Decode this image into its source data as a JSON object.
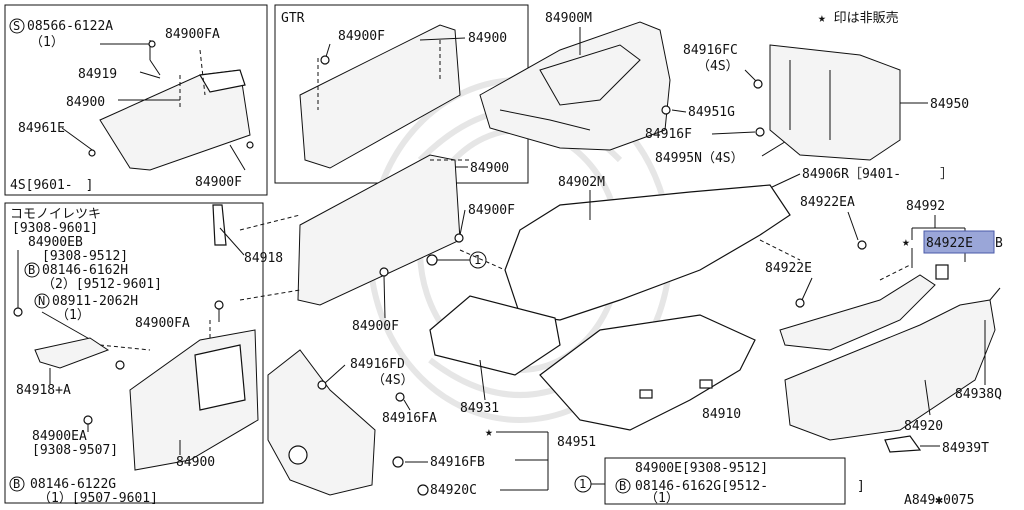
{
  "note_unsold": "★ 印は非販売",
  "figure_code": "A849✱0075",
  "highlight_part": "84922E",
  "highlight_color": "#9aa6d8",
  "inset_top_left": {
    "circled_code": "S",
    "screw_part": "08566-6122A",
    "screw_qty": "（1）",
    "labels": [
      "84900FA",
      "84919",
      "84900",
      "84961E",
      "84900F"
    ],
    "date_range": "4S[9601-　]"
  },
  "inset_gtr": {
    "title": "GTR",
    "labels": [
      "84900F",
      "84900"
    ]
  },
  "inset_bottom_left": {
    "title": "コモノイレツキ",
    "title_range": "[9308-9601]",
    "lines": [
      "84900EB",
      "[9308-9512]",
      "08146-6162H",
      "（2）[9512-9601]",
      "08911-2062H",
      "（1）",
      "84900FA",
      "84918+A",
      "84900EA",
      "[9308-9507]",
      "08146-6122G",
      "（1）[9507-9601]",
      "84900"
    ],
    "circled": [
      "B",
      "N",
      "B"
    ]
  },
  "main_labels": {
    "p84900M": "84900M",
    "p84916FC": "84916FC",
    "p4S_a": "（4S）",
    "p84951G": "84951G",
    "p84916F": "84916F",
    "p84995N": "84995N（4S）",
    "p84950": "84950",
    "p84906R": "84906R［9401-　　　］",
    "p84900": "84900",
    "p84902M": "84902M",
    "p84900F_a": "84900F",
    "p84918": "84918",
    "p1": "1",
    "p84900F_b": "84900F",
    "p84922EA": "84922EA",
    "p84992": "84992",
    "pB": "B",
    "p84922E": "84922E",
    "p84916FD": "84916FD",
    "p4S_b": "（4S）",
    "p84916FA": "84916FA",
    "p84931": "84931",
    "p84910": "84910",
    "p84938Q": "84938Q",
    "p84920": "84920",
    "p84951": "84951",
    "p84916FB": "84916FB",
    "p84920C": "84920C",
    "p84939T": "84939T",
    "star": "★"
  },
  "legend_box": {
    "circle": "1",
    "line1": "84900E[9308-9512]",
    "circle_b": "B",
    "line2": "08146-6162G[9512-",
    "line2_end": "]",
    "line3": "（1）"
  }
}
